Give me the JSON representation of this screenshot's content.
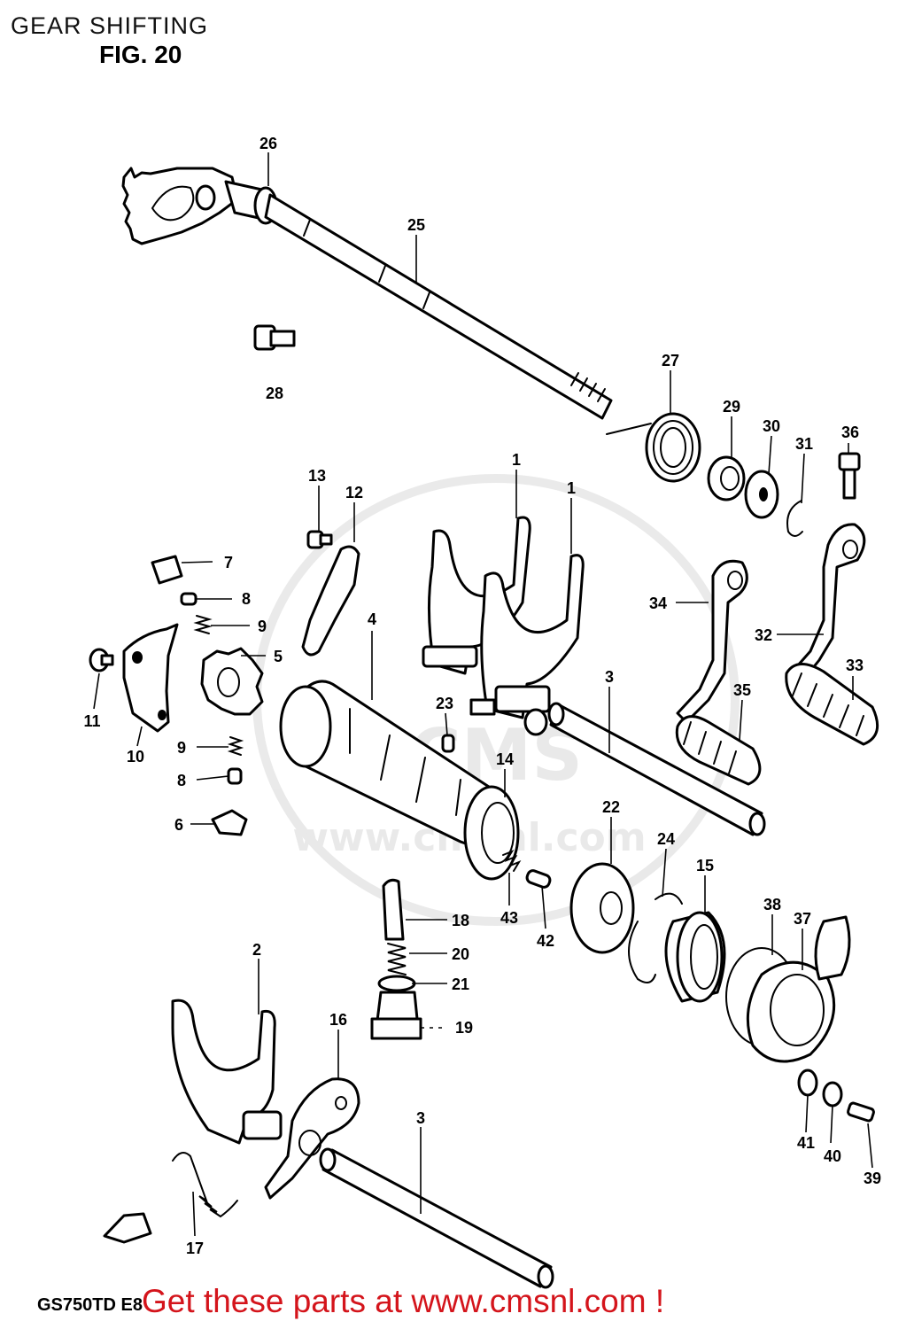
{
  "header": {
    "title": "GEAR SHIFTING",
    "figure": "FIG. 20"
  },
  "footer": {
    "model_code": "GS750TD E8",
    "cta": "Get these parts at www.cmsnl.com !"
  },
  "watermark": {
    "text": "www.cmsnl.com",
    "brand": "CMS"
  },
  "colors": {
    "cta": "#d4141b",
    "ink": "#000000",
    "watermark": "#d9d9d9"
  },
  "callouts": {
    "p1a": "1",
    "p1b": "1",
    "p2": "2",
    "p3a": "3",
    "p3b": "3",
    "p4": "4",
    "p5": "5",
    "p6": "6",
    "p7": "7",
    "p8a": "8",
    "p8b": "8",
    "p9a": "9",
    "p9b": "9",
    "p10": "10",
    "p11": "11",
    "p12": "12",
    "p13": "13",
    "p14": "14",
    "p15": "15",
    "p16": "16",
    "p17": "17",
    "p18": "18",
    "p19": "19",
    "p20": "20",
    "p21": "21",
    "p22": "22",
    "p23": "23",
    "p24": "24",
    "p25": "25",
    "p26": "26",
    "p27": "27",
    "p28": "28",
    "p29": "29",
    "p30": "30",
    "p31": "31",
    "p32": "32",
    "p33": "33",
    "p34": "34",
    "p35": "35",
    "p36": "36",
    "p37": "37",
    "p38": "38",
    "p39": "39",
    "p40": "40",
    "p41": "41",
    "p42": "42",
    "p43": "43"
  }
}
